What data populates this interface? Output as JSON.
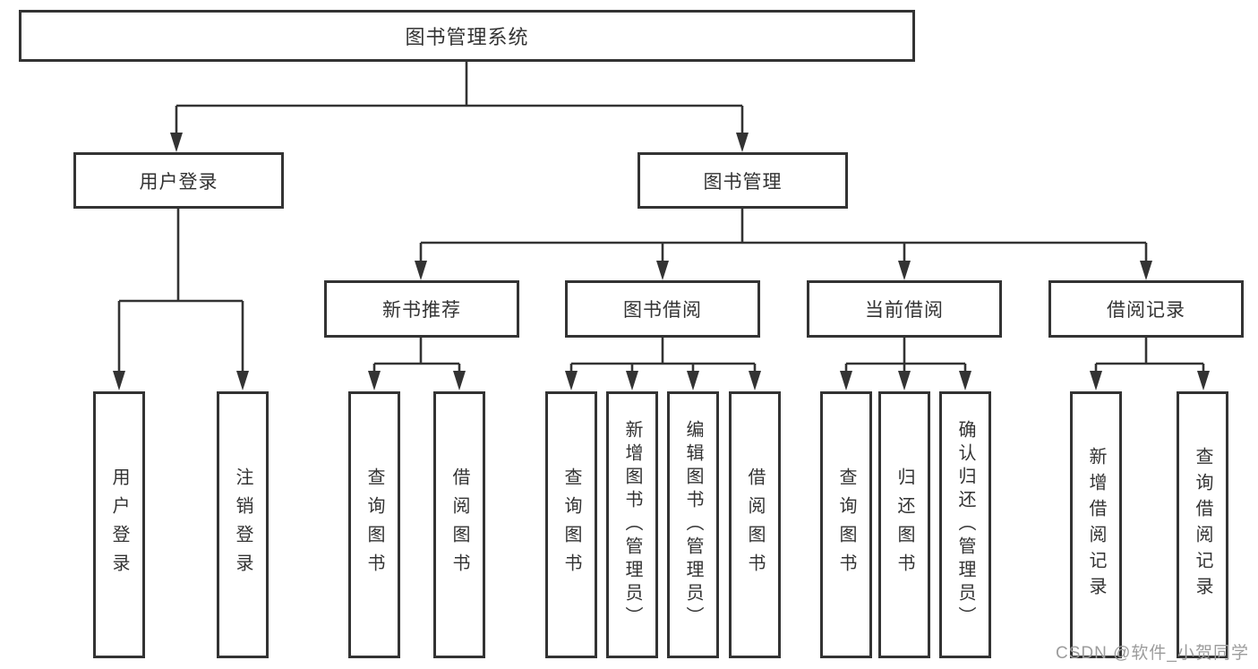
{
  "diagram": {
    "root": {
      "label": "图书管理系统"
    },
    "branches": [
      {
        "label": "用户登录",
        "children": [
          {
            "label": "用户登录"
          },
          {
            "label": "注销登录"
          }
        ]
      },
      {
        "label": "图书管理",
        "children": [
          {
            "label": "新书推荐",
            "children": [
              {
                "label": "查询图书"
              },
              {
                "label": "借阅图书"
              }
            ]
          },
          {
            "label": "图书借阅",
            "children": [
              {
                "label": "查询图书"
              },
              {
                "label": "新增图书（管理员）"
              },
              {
                "label": "编辑图书（管理员）"
              },
              {
                "label": "借阅图书"
              }
            ]
          },
          {
            "label": "当前借阅",
            "children": [
              {
                "label": "查询图书"
              },
              {
                "label": "归还图书"
              },
              {
                "label": "确认归还（管理员）"
              }
            ]
          },
          {
            "label": "借阅记录",
            "children": [
              {
                "label": "新增借阅记录"
              },
              {
                "label": "查询借阅记录"
              }
            ]
          }
        ]
      }
    ]
  },
  "watermark": {
    "text": "CSDN @软件_小贺同学"
  },
  "colors": {
    "line": "#333333",
    "box_border": "#333333",
    "text": "#333333",
    "background": "#ffffff",
    "watermark": "#9c9c9c"
  }
}
